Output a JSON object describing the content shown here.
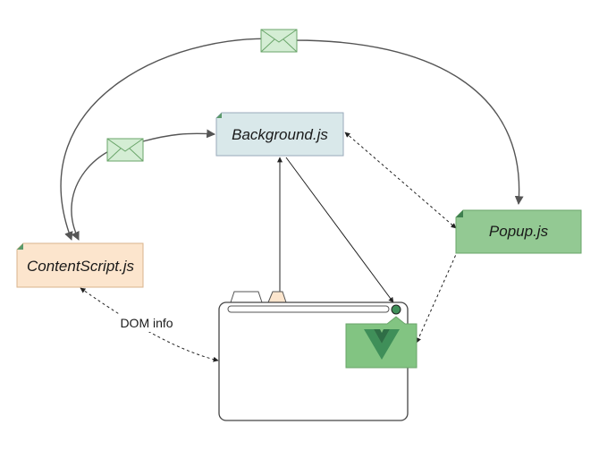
{
  "nodes": {
    "background": {
      "label": "Background.js",
      "color": "#d9e8ea"
    },
    "popup": {
      "label": "Popup.js",
      "color": "#93c993"
    },
    "content_script": {
      "label": "ContentScript.js",
      "color": "#fce5cd"
    }
  },
  "edges": {
    "dom_info": {
      "label": "DOM info"
    }
  },
  "icons": {
    "message": "envelope-icon",
    "browser": "browser-window-icon",
    "extension": "vue-logo-icon"
  },
  "colors": {
    "envelope_fill": "#d4edd4",
    "envelope_stroke": "#6aa56a",
    "arrow": "#555555",
    "vue_box": "#82c482",
    "vue_outer": "#3f8f59",
    "vue_inner": "#2f6e46"
  }
}
